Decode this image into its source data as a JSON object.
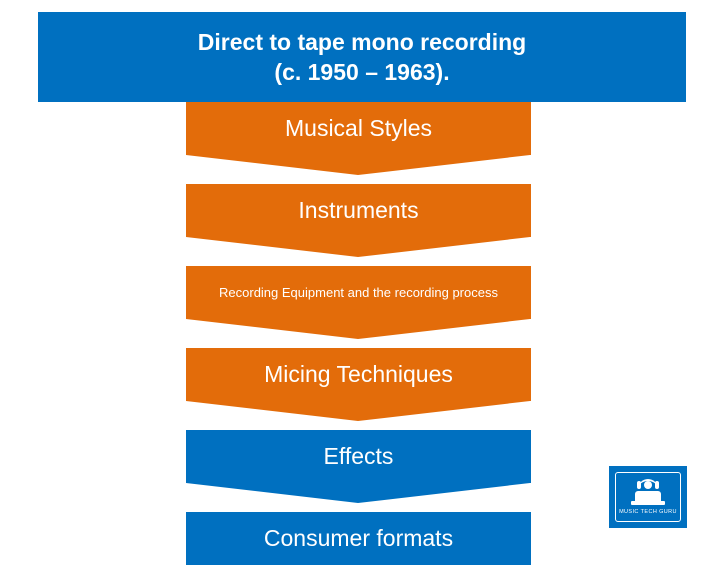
{
  "title": {
    "line1": "Direct to tape mono recording",
    "line2": "(c. 1950 – 1963).",
    "background_color": "#0070C0",
    "text_color": "#FFFFFF"
  },
  "process_flow": {
    "type": "chevron-stack",
    "orange_color": "#E36C0A",
    "blue_color": "#0070C0",
    "steps": [
      {
        "label": "Musical Styles",
        "color": "#E36C0A",
        "text_size": "large"
      },
      {
        "label": "Instruments",
        "color": "#E36C0A",
        "text_size": "large"
      },
      {
        "label": "Recording Equipment and the recording process",
        "color": "#E36C0A",
        "text_size": "small"
      },
      {
        "label": "Micing Techniques",
        "color": "#E36C0A",
        "text_size": "large"
      },
      {
        "label": "Effects",
        "color": "#0070C0",
        "text_size": "large"
      },
      {
        "label": "Consumer formats",
        "color": "#0070C0",
        "text_size": "large"
      }
    ]
  },
  "logo": {
    "caption": "MUSIC TECH GURU",
    "icon": "headphones-person-icon",
    "background_color": "#0070C0"
  }
}
